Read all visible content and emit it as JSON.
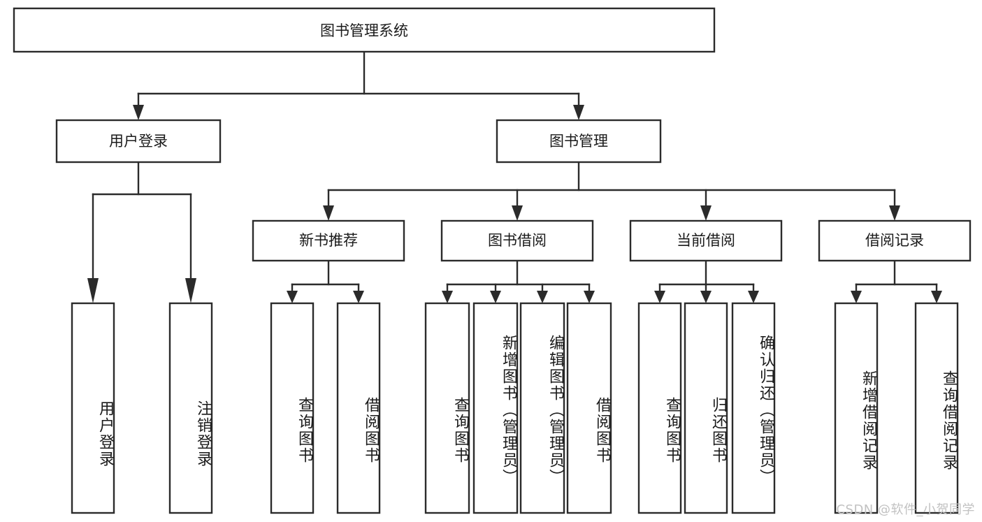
{
  "diagram": {
    "type": "tree-hierarchy",
    "title_node": {
      "label": "图书管理系统"
    },
    "level2": [
      {
        "id": "user-login",
        "label": "用户登录"
      },
      {
        "id": "book-management",
        "label": "图书管理"
      }
    ],
    "level3": [
      {
        "id": "new-book-recommend",
        "label": "新书推荐"
      },
      {
        "id": "book-borrow",
        "label": "图书借阅"
      },
      {
        "id": "current-borrow",
        "label": "当前借阅"
      },
      {
        "id": "borrow-record",
        "label": "借阅记录"
      }
    ],
    "leaves": {
      "user_login": [
        {
          "id": "leaf-user-login",
          "label": "用户登录"
        },
        {
          "id": "leaf-logout-login",
          "label": "注销登录"
        }
      ],
      "new_book_recommend": [
        {
          "id": "leaf-query-book-1",
          "label": "查询图书"
        },
        {
          "id": "leaf-borrow-book-1",
          "label": "借阅图书"
        }
      ],
      "book_borrow": [
        {
          "id": "leaf-query-book-2",
          "label": "查询图书"
        },
        {
          "id": "leaf-add-book",
          "label": "新增图书（管理员）"
        },
        {
          "id": "leaf-edit-book",
          "label": "编辑图书（管理员）"
        },
        {
          "id": "leaf-borrow-book-2",
          "label": "借阅图书"
        }
      ],
      "current_borrow": [
        {
          "id": "leaf-query-book-3",
          "label": "查询图书"
        },
        {
          "id": "leaf-return-book",
          "label": "归还图书"
        },
        {
          "id": "leaf-confirm-return",
          "label": "确认归还（管理员）"
        }
      ],
      "borrow_record": [
        {
          "id": "leaf-add-record",
          "label": "新增借阅记录"
        },
        {
          "id": "leaf-query-record",
          "label": "查询借阅记录"
        }
      ]
    }
  },
  "watermark": {
    "text": "CSDN @软件_小贺同学"
  },
  "colors": {
    "stroke": "#2b2b2b",
    "box_fill": "#ffffff",
    "text": "#1a1a1a",
    "watermark": "#c2c2c2",
    "background": "#ffffff"
  }
}
